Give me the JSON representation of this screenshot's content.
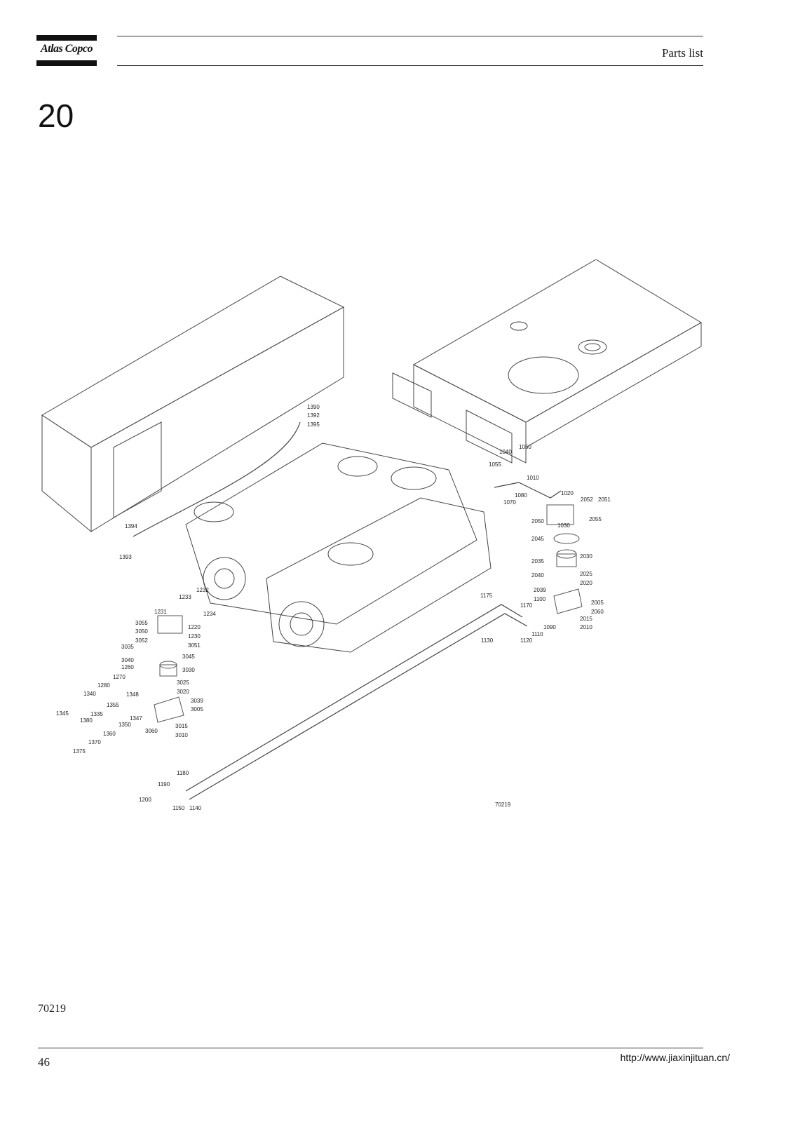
{
  "header": {
    "brand": "Atlas Copco",
    "title": "Parts list"
  },
  "section_number": "20",
  "drawing": {
    "figure_code": "70219",
    "part_labels": [
      "1390",
      "1392",
      "1395",
      "1394",
      "1393",
      "1232",
      "1233",
      "1231",
      "1234",
      "1220",
      "1230",
      "3055",
      "3050",
      "3052",
      "3051",
      "3035",
      "3045",
      "3040",
      "3030",
      "1260",
      "1270",
      "1280",
      "3025",
      "3020",
      "1340",
      "1348",
      "3039",
      "3005",
      "1345",
      "1335",
      "1355",
      "1347",
      "1380",
      "1350",
      "1360",
      "3060",
      "3015",
      "3010",
      "1370",
      "1375",
      "1040",
      "1050",
      "1055",
      "1010",
      "1080",
      "1070",
      "1020",
      "2052",
      "2051",
      "2050",
      "1030",
      "2055",
      "2045",
      "2035",
      "2030",
      "2040",
      "2025",
      "2020",
      "2039",
      "2005",
      "2060",
      "1175",
      "1170",
      "1100",
      "2015",
      "1090",
      "2010",
      "1110",
      "1120",
      "1130",
      "1180",
      "1190",
      "1200",
      "1150",
      "1140",
      "70219"
    ]
  },
  "footer": {
    "figure_code": "70219",
    "page_number": "46",
    "url": "http://www.jiaxinjituan.cn/"
  }
}
